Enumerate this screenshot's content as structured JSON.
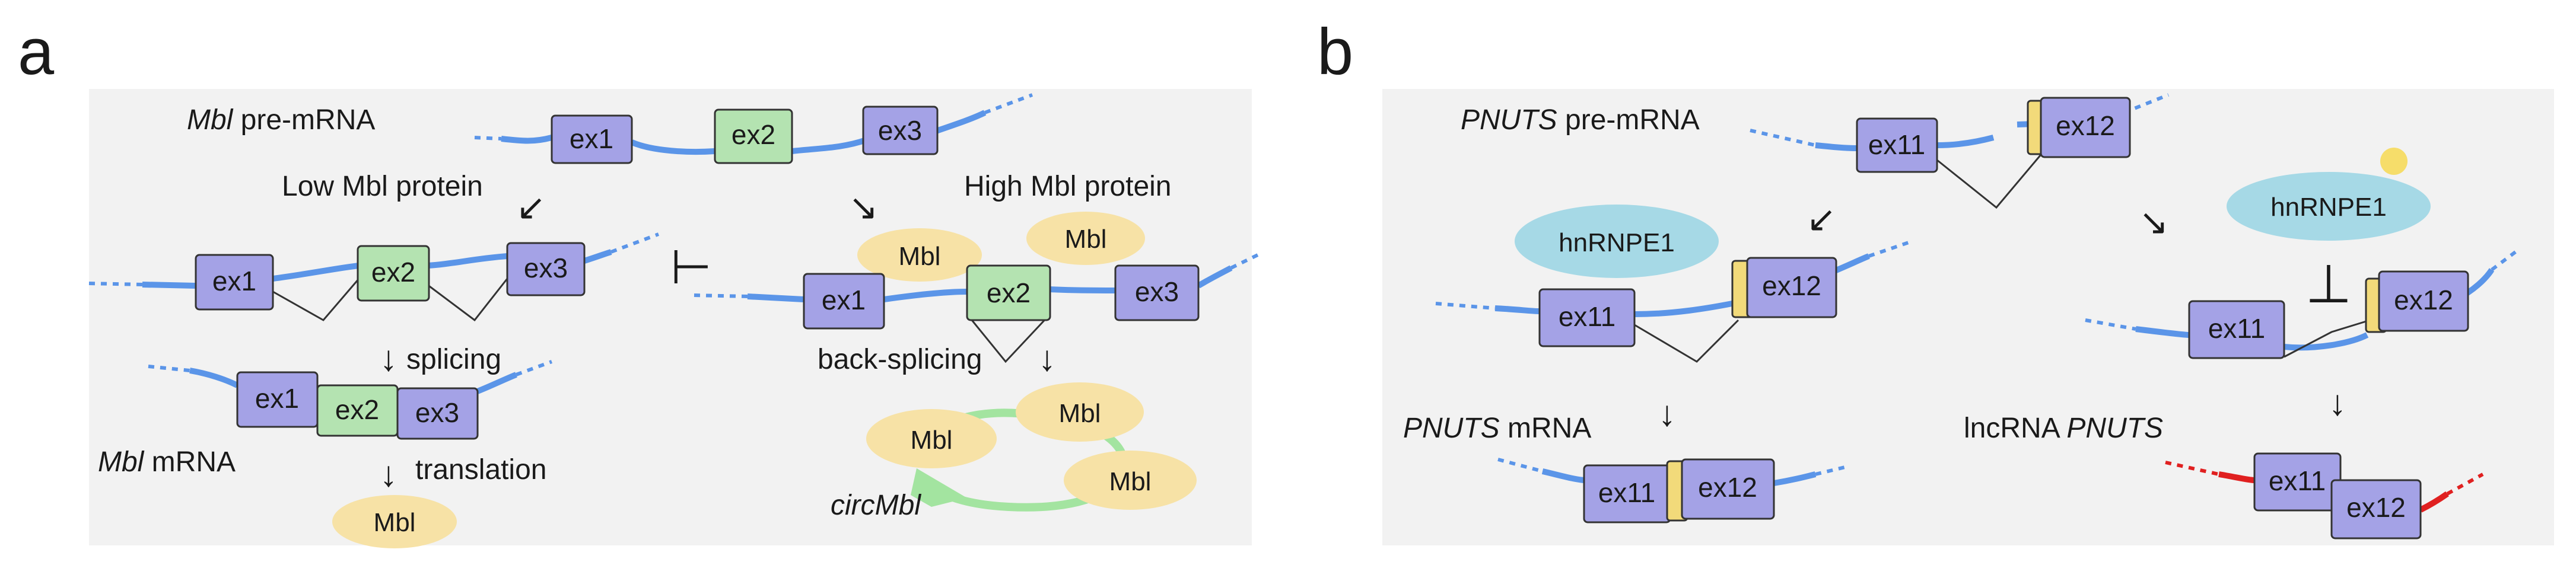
{
  "colors": {
    "panel_bg": "#f2f2f2",
    "exon_purple": "#a4a2e6",
    "exon_green": "#b4e3b1",
    "mbl_protein": "#f7e2a6",
    "hnrnpe1": "#a6d9e6",
    "rna_line": "#5b95e8",
    "lnc_rna": "#e02020",
    "circ_rna": "#a3e4a0",
    "yellow_cap": "#f2da7a",
    "yellow_dot": "#f6dd6a"
  },
  "panel_a": {
    "letter": "a",
    "pre_mrna_label": {
      "gene": "Mbl",
      "rest": " pre-mRNA"
    },
    "pre_exons": [
      "ex1",
      "ex2",
      "ex3"
    ],
    "low_label": "Low Mbl protein",
    "high_label": "High Mbl protein",
    "low_exons": [
      "ex1",
      "ex2",
      "ex3"
    ],
    "high_exons": [
      "ex1",
      "ex2",
      "ex3"
    ],
    "mbl_protein": "Mbl",
    "splicing_label": "splicing",
    "backsplicing_label": "back-splicing",
    "mrna_label": {
      "gene": "Mbl",
      "rest": " mRNA"
    },
    "mrna_exons": [
      "ex1",
      "ex2",
      "ex3"
    ],
    "translation_label": "translation",
    "circ_label": "circMbl",
    "circ_mbl": [
      "Mbl",
      "Mbl",
      "Mbl"
    ],
    "inhibit_symbol": "⊢"
  },
  "panel_b": {
    "letter": "b",
    "pre_mrna_label": {
      "gene": "PNUTS",
      "rest": " pre-mRNA"
    },
    "pre_exons": [
      "ex11",
      "ex12"
    ],
    "hnrnpe1_left": "hnRNPE1",
    "hnrnpe1_right": "hnRNPE1",
    "left_exons": [
      "ex11",
      "ex12"
    ],
    "right_exons": [
      "ex11",
      "ex12"
    ],
    "inhibit_symbol": "⊥",
    "mrna_label": {
      "gene": "PNUTS",
      "rest": " mRNA"
    },
    "mrna_exons": [
      "ex11",
      "ex12"
    ],
    "lnc_label": {
      "prefix": "lncRNA ",
      "gene": "PNUTS"
    },
    "lnc_exons": [
      "ex11",
      "ex12"
    ]
  },
  "arrows": {
    "down": "↓",
    "down_left": "↙",
    "down_right": "↘"
  }
}
